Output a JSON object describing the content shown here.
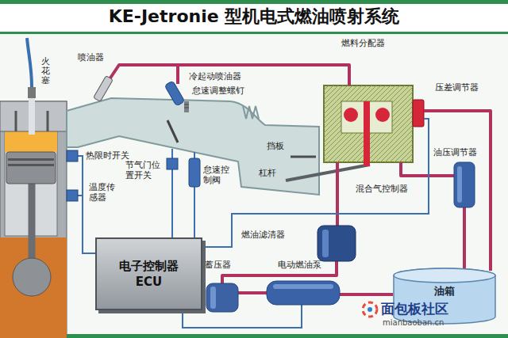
{
  "diagram": {
    "title": "KE-Jetronie 型机电式燃油喷射系统",
    "nodes": [
      {
        "text": [
          "电子控制器",
          "ECU"
        ]
      },
      {
        "text": [
          "油箱"
        ]
      }
    ],
    "labels": [
      "火花塞",
      "喷油器",
      "燃料分配器",
      "冷起动喷油器",
      "压差调节器",
      "怠速调整螺钉",
      "热限时开关",
      "油压调节器",
      "挡板",
      "节气门位置开关",
      "怠速控制阀",
      "杠杆",
      "温度传感器",
      "混合气控制器",
      "燃油滤清器",
      "蓄压器",
      "电动燃油泵",
      "面包板社区",
      "mianbaoban.cn"
    ]
  }
}
